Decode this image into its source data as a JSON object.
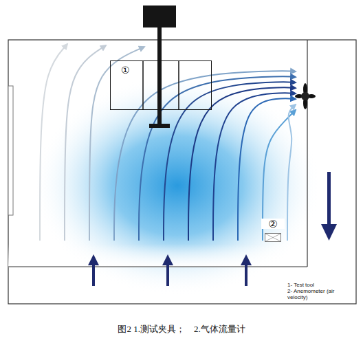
{
  "diagram": {
    "caption": "图2 1.测试夹具；　2.气体流量计",
    "nodes": [
      {
        "text": [
          "①"
        ]
      },
      {
        "text": [
          "②"
        ]
      }
    ],
    "labels": [
      "1- Test tool",
      "2- Anemometer (air velocity)"
    ]
  }
}
